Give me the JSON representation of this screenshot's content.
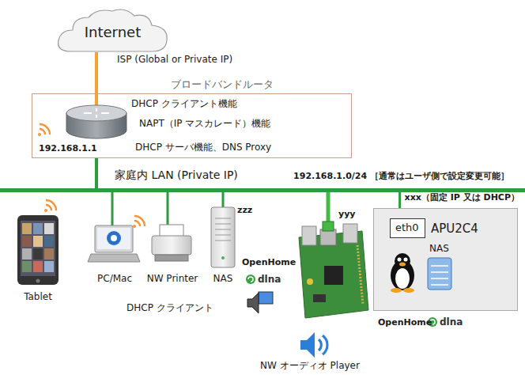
{
  "diagram": {
    "nodes": [
      {
        "text": [
          "Internet"
        ]
      },
      {
        "text": [
          "ブロードバンドルータ",
          "DHCP クライアント機能",
          "NAPT（IP マスカレード）機能",
          "DHCP サーバ機能、DNS Proxy",
          "192.168.1.1"
        ]
      },
      {
        "text": [
          "家庭内 LAN (Private IP)",
          "192.168.1.0/24 ［通常はユーザ側で設定変更可能］"
        ]
      },
      {
        "text": [
          "xxx（固定 IP 又は DHCP）",
          "APU2C4",
          "NAS"
        ]
      },
      {
        "text": [
          "eth0"
        ],
        "in": 3
      }
    ],
    "edges": [
      {
        "from": 0,
        "to": 1,
        "arrow": "none",
        "label": "ISP (Global or Private IP)"
      },
      {
        "from": 1,
        "to": 2,
        "arrow": "none"
      },
      {
        "from": 2,
        "to": 4,
        "arrow": "none"
      }
    ],
    "labels": [
      "Tablet",
      "PC/Mac",
      "NW Printer",
      "NAS",
      "zzz",
      "DHCP クライアント",
      "yyy",
      "OpenHome",
      "dlna",
      "NW オーディオ Player",
      "OpenHome",
      "dlna"
    ]
  }
}
